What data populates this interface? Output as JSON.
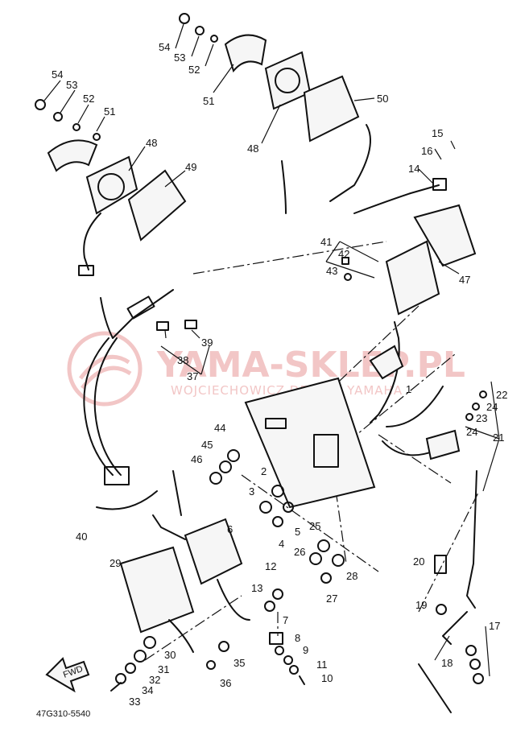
{
  "watermark": {
    "title": "YAMA-SKLEP.PL",
    "subtitle": "WOJCIECHOWICZ DEALER YAMAHA",
    "color": "#f2c6c6"
  },
  "diagram": {
    "code": "47G310-5540",
    "direction_arrow": "FWD",
    "callouts": [
      "1",
      "2",
      "3",
      "4",
      "5",
      "6",
      "7",
      "8",
      "9",
      "10",
      "11",
      "12",
      "13",
      "14",
      "15",
      "16",
      "17",
      "18",
      "19",
      "20",
      "21",
      "22",
      "23",
      "24",
      "24",
      "25",
      "26",
      "27",
      "28",
      "29",
      "30",
      "31",
      "32",
      "33",
      "34",
      "35",
      "36",
      "37",
      "38",
      "39",
      "40",
      "41",
      "42",
      "43",
      "44",
      "45",
      "46",
      "47",
      "48",
      "48",
      "49",
      "50",
      "51",
      "51",
      "52",
      "52",
      "53",
      "53",
      "54",
      "54"
    ]
  }
}
